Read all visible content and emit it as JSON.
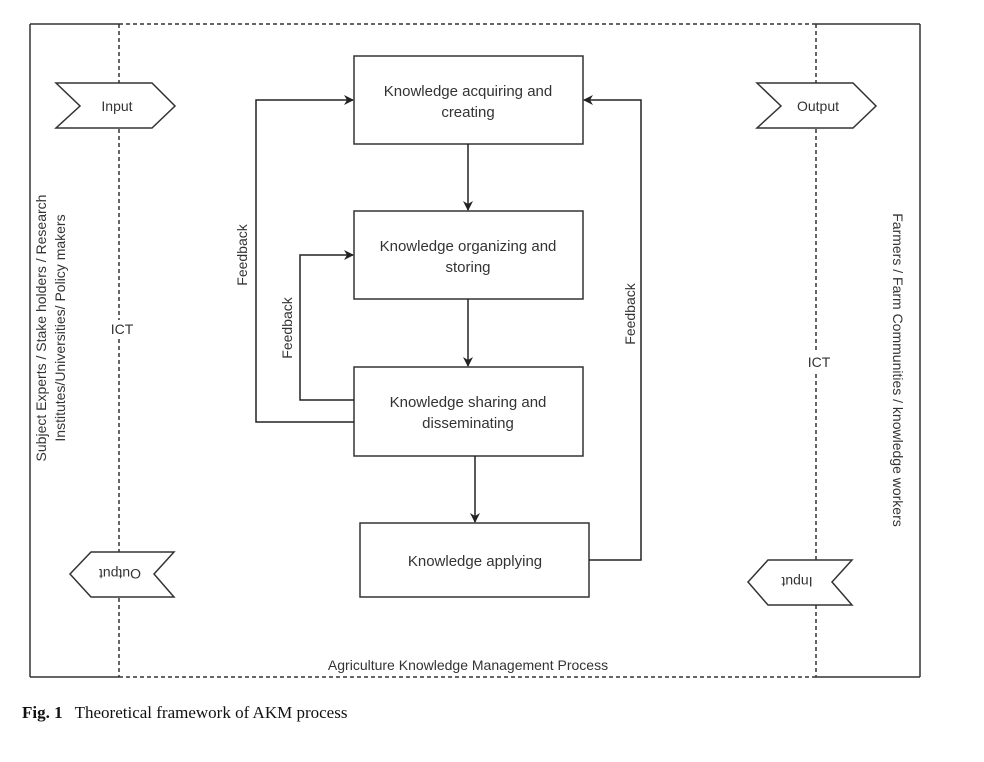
{
  "diagram": {
    "title": "Agriculture Knowledge Management Process",
    "left_stakeholders": {
      "line1": "Subject Experts / Stake holders / Research",
      "line2": "Institutes/Universities/ Policy makers"
    },
    "right_stakeholders": "Farmers / Farm Communities / knowledge workers",
    "left_channel": "ICT",
    "right_channel": "ICT",
    "left_top_arrow": "Input",
    "left_bottom_arrow": "Output",
    "right_top_arrow": "Output",
    "right_bottom_arrow": "Input",
    "steps": [
      {
        "line1": "Knowledge acquiring and",
        "line2": "creating"
      },
      {
        "line1": "Knowledge organizing and",
        "line2": "storing"
      },
      {
        "line1": "Knowledge sharing and",
        "line2": "disseminating"
      },
      {
        "line1": "Knowledge applying",
        "line2": ""
      }
    ],
    "feedback_outer_left": "Feedback",
    "feedback_inner_left": "Feedback",
    "feedback_right": "Feedback"
  },
  "caption": {
    "label": "Fig. 1",
    "text": "Theoretical framework of AKM process"
  }
}
